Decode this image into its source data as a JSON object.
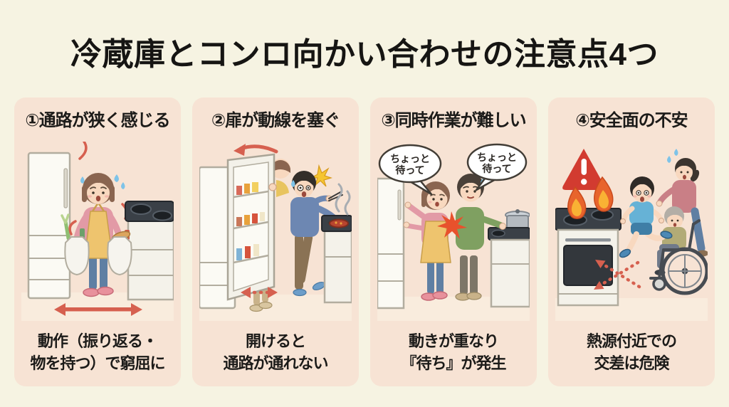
{
  "page": {
    "title": "冷蔵庫とコンロ向かい合わせの注意点4つ",
    "colors": {
      "page_background": "#f6f3e2",
      "panel_background": "#f7e3d4",
      "text": "#1c1b19",
      "accent_red": "#d6604f",
      "warning_red": "#d23b30",
      "flame_orange": "#e8642c",
      "flame_yellow": "#f9b234"
    }
  },
  "panels": [
    {
      "heading": "①通路が狭く感じる",
      "caption_line1": "動作（振り返る・",
      "caption_line2": "物を持つ）で窮屈に",
      "illustration": "woman-with-shopping-bags-squeezed-between-fridge-and-stove"
    },
    {
      "heading": "②扉が動線を塞ぐ",
      "caption_line1": "開けると",
      "caption_line2": "通路が通れない",
      "illustration": "open-fridge-door-blocking-person-cooking-at-stove"
    },
    {
      "heading": "③同時作業が難しい",
      "caption_line1": "動きが重なり",
      "caption_line2": "『待ち』が発生",
      "speech_bubbles": {
        "left": {
          "line1": "ちょっと",
          "line2": "待って"
        },
        "right": {
          "line1": "ちょっと",
          "line2": "待って"
        }
      },
      "illustration": "two-people-bumping-backs-between-fridge-and-stove"
    },
    {
      "heading": "④安全面の不安",
      "caption_line1": "熱源付近での",
      "caption_line2": "交差は危険",
      "illustration": "child-and-wheelchair-crossing-near-open-flames"
    }
  ]
}
